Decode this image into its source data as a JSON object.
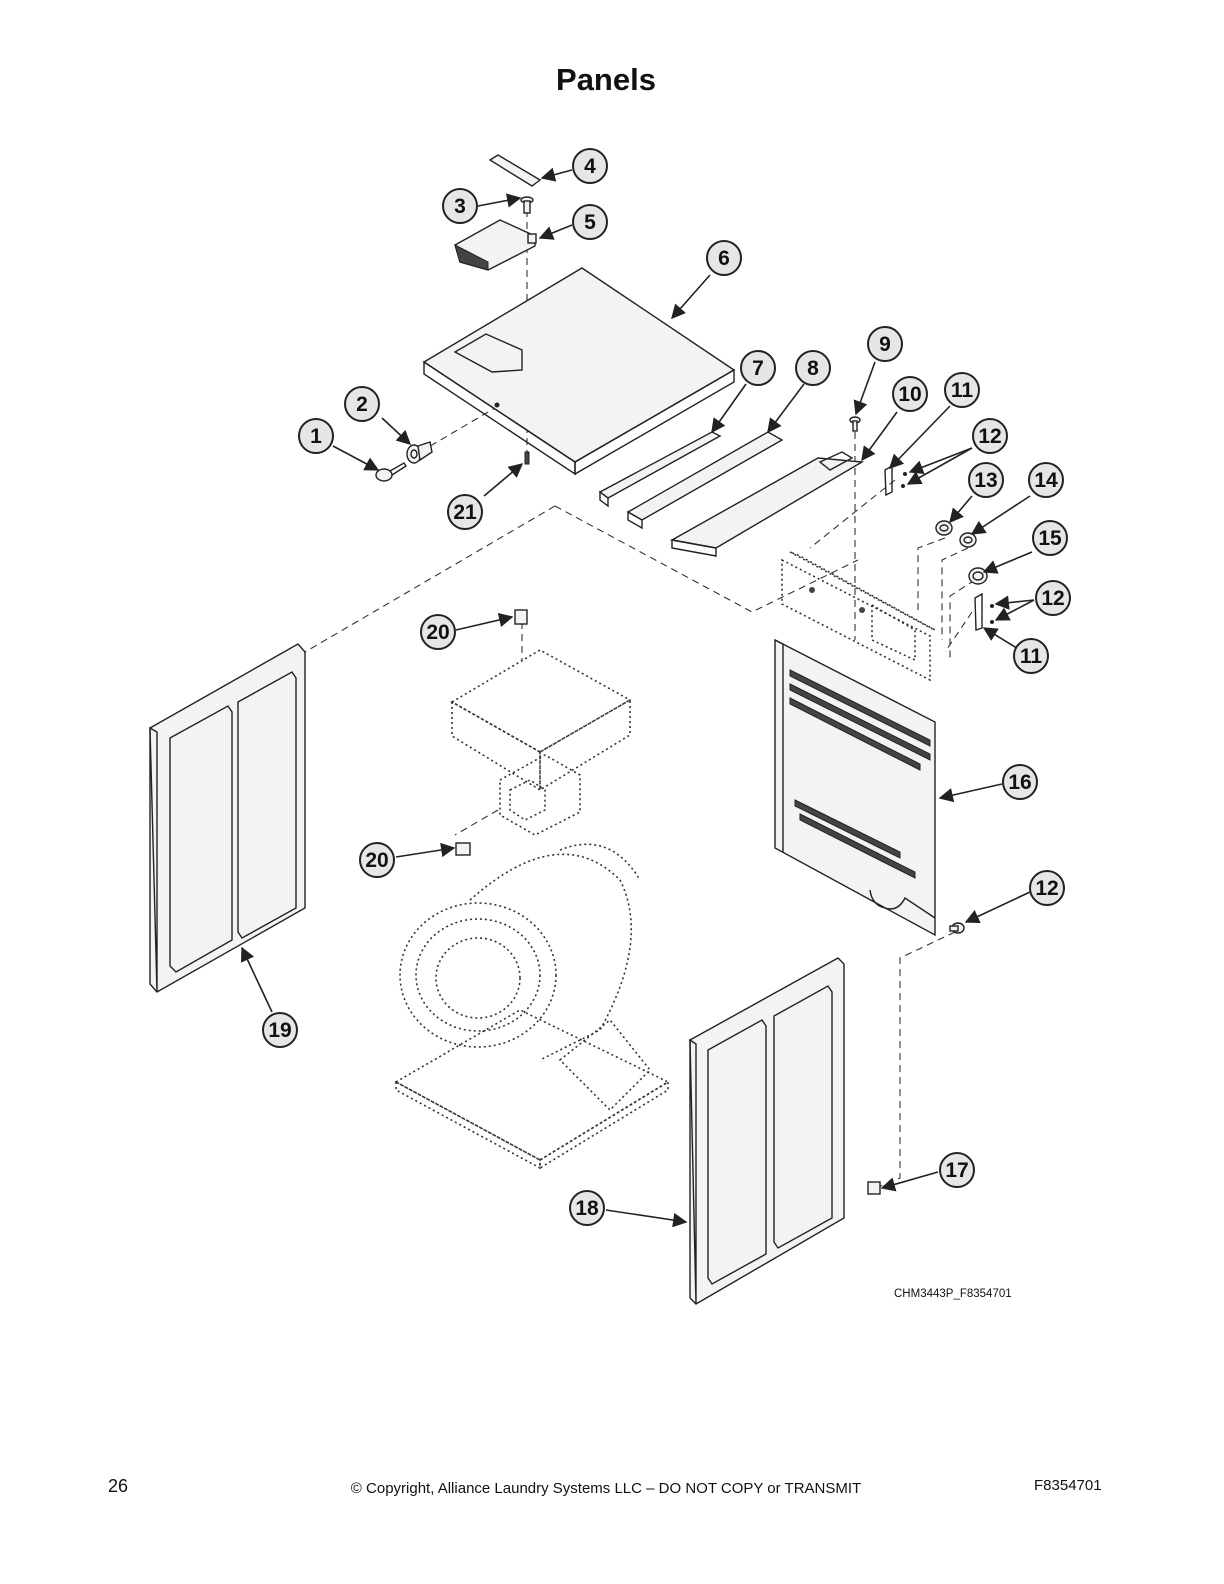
{
  "title": "Panels",
  "callouts": [
    {
      "id": "c1",
      "label": "1"
    },
    {
      "id": "c2",
      "label": "2"
    },
    {
      "id": "c3",
      "label": "3"
    },
    {
      "id": "c4",
      "label": "4"
    },
    {
      "id": "c5",
      "label": "5"
    },
    {
      "id": "c6",
      "label": "6"
    },
    {
      "id": "c7",
      "label": "7"
    },
    {
      "id": "c8",
      "label": "8"
    },
    {
      "id": "c9",
      "label": "9"
    },
    {
      "id": "c10",
      "label": "10"
    },
    {
      "id": "c11a",
      "label": "11"
    },
    {
      "id": "c12a",
      "label": "12"
    },
    {
      "id": "c13",
      "label": "13"
    },
    {
      "id": "c14",
      "label": "14"
    },
    {
      "id": "c15",
      "label": "15"
    },
    {
      "id": "c12b",
      "label": "12"
    },
    {
      "id": "c11b",
      "label": "11"
    },
    {
      "id": "c20a",
      "label": "20"
    },
    {
      "id": "c16",
      "label": "16"
    },
    {
      "id": "c20b",
      "label": "20"
    },
    {
      "id": "c12c",
      "label": "12"
    },
    {
      "id": "c19",
      "label": "19"
    },
    {
      "id": "c17",
      "label": "17"
    },
    {
      "id": "c18",
      "label": "18"
    },
    {
      "id": "c21",
      "label": "21"
    }
  ],
  "figure_code": "CHM3443P_F8354701",
  "footer": {
    "page_number": "26",
    "copyright": "© Copyright, Alliance Laundry Systems LLC – DO NOT COPY or TRANSMIT",
    "doc_id": "F8354701"
  }
}
